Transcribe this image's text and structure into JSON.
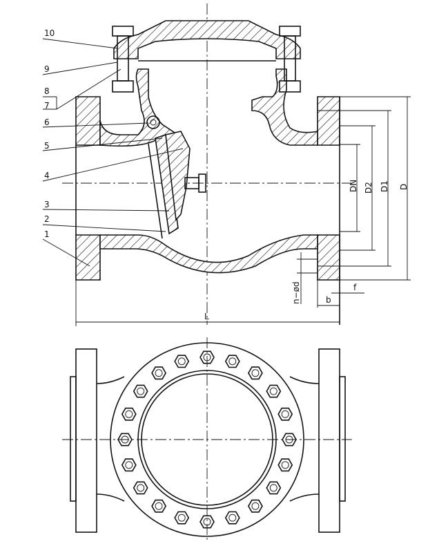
{
  "drawing": {
    "title": "Swing check valve sectional and end view",
    "part_numbers": [
      "1",
      "2",
      "3",
      "4",
      "5",
      "6",
      "7",
      "8",
      "9",
      "10"
    ],
    "dimensions": {
      "dn": "DN",
      "d2": "D2",
      "d1": "D1",
      "d": "D",
      "bolt_holes": "n−ød",
      "b": "b",
      "f": "f",
      "length": "L"
    },
    "end_view_bolt_count": 20
  }
}
